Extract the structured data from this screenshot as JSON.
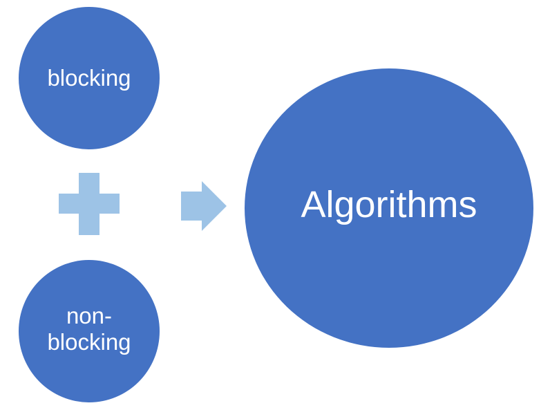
{
  "colors": {
    "circle_fill": "#4472C4",
    "connector_fill": "#9DC3E6",
    "text": "#FFFFFF"
  },
  "diagram": {
    "inputs": [
      {
        "label": "blocking"
      },
      {
        "label": "non-\nblocking"
      }
    ],
    "operator": "plus-icon",
    "connector": "right-arrow-icon",
    "output": {
      "label": "Algorithms"
    }
  }
}
